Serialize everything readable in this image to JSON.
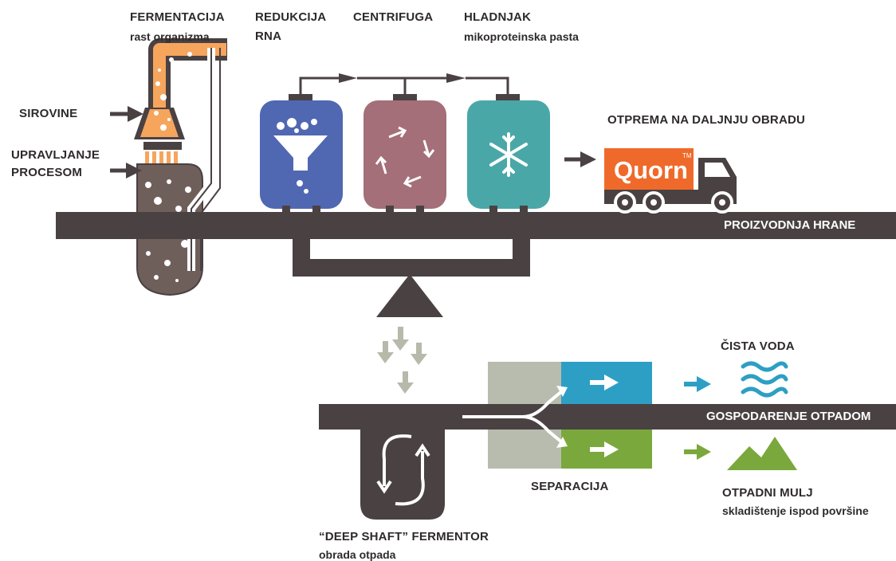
{
  "labels": {
    "fermentacija_title": "FERMENTACIJA",
    "fermentacija_sub": "rast organizma",
    "redukcija_line1": "REDUKCIJA",
    "redukcija_line2": "RNA",
    "centrifuga": "CENTRIFUGA",
    "hladnjak_title": "HLADNJAK",
    "hladnjak_sub": "mikoproteinska pasta",
    "sirovine": "SIROVINE",
    "upravljanje_line1": "UPRAVLJANJE",
    "upravljanje_line2": "PROCESOM",
    "otprema": "OTPREMA NA DALJNJU OBRADU",
    "proizvodnja": "PROIZVODNJA HRANE",
    "gospodarenje": "GOSPODARENJE OTPADOM",
    "cista_voda": "ČISTA VODA",
    "separacija": "SEPARACIJA",
    "otpadni_mulj": "OTPADNI MULJ",
    "otpadni_mulj_sub": "skladištenje ispod površine",
    "deep_shaft": "“DEEP SHAFT” FERMENTOR",
    "deep_shaft_sub": "obrada otpada"
  },
  "truck": {
    "brand": "Quorn",
    "trademark": "TM"
  },
  "colors": {
    "dark": "#4a4143",
    "fermenter_orange": "#f6a55d",
    "fermenter_brown": "#6f5f5b",
    "tank_reduction": "#5067b2",
    "tank_centrifuge": "#a46f78",
    "tank_cooler": "#4aa7a7",
    "quorn_orange": "#ef6a2a",
    "water_blue": "#2d9fc4",
    "sludge_green": "#7aa83c",
    "separator_grey": "#b8bcae",
    "falling_arrows": "#b7baaa"
  }
}
